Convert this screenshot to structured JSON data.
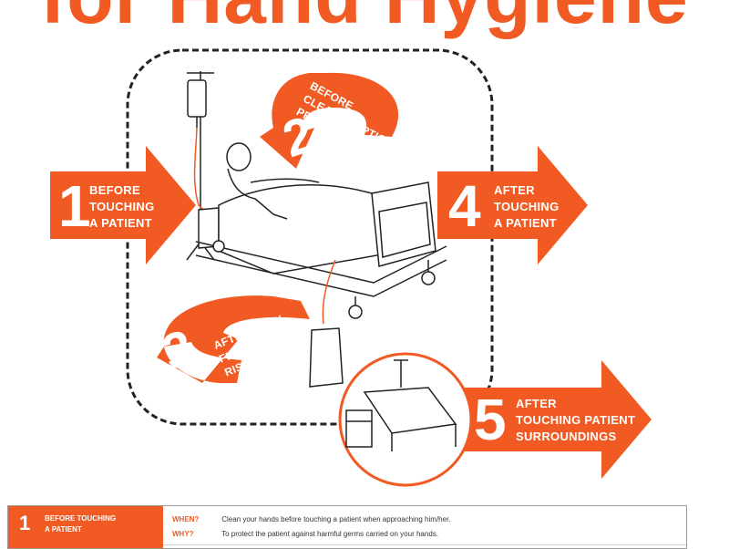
{
  "title": "for Hand Hygiene",
  "colors": {
    "accent": "#f15a22",
    "ink": "#222222"
  },
  "moments": [
    {
      "number": "1",
      "line1": "BEFORE",
      "line2": "TOUCHING",
      "line3": "A PATIENT"
    },
    {
      "number": "2",
      "line1": "BEFORE",
      "line2": "CLEAN/ASEPTIC",
      "line3": "PROCEDURE"
    },
    {
      "number": "3",
      "line1": "AFTER BODY",
      "line2": "FLUID EXPOSURE",
      "line3": "RISK"
    },
    {
      "number": "4",
      "line1": "AFTER",
      "line2": "TOUCHING",
      "line3": "A PATIENT"
    },
    {
      "number": "5",
      "line1": "AFTER",
      "line2": "TOUCHING PATIENT",
      "line3": "SURROUNDINGS"
    }
  ],
  "table": {
    "number": "1",
    "moment_line1": "BEFORE TOUCHING",
    "moment_line2": "A PATIENT",
    "when_label": "WHEN?",
    "when_text": "Clean your hands before touching a patient when approaching him/her.",
    "why_label": "WHY?",
    "why_text": "To protect the patient against harmful germs carried on your hands."
  },
  "icons": [
    "iv-drip-stand-icon",
    "hospital-bed-icon",
    "patient-icon",
    "urine-bag-icon",
    "bedside-table-icon"
  ]
}
